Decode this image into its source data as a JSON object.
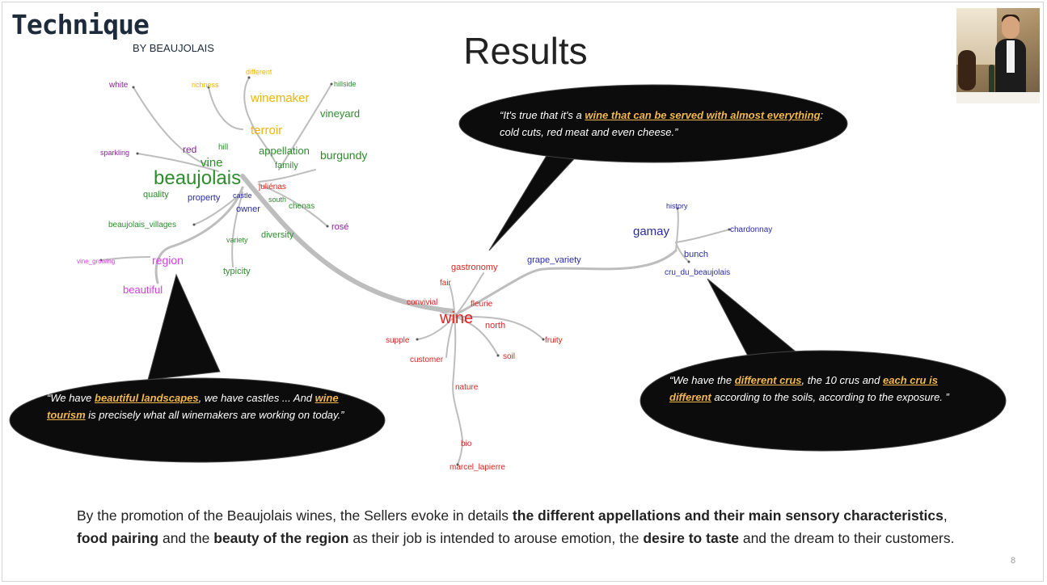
{
  "logo": {
    "main": "Technique",
    "sub": "BY BEAUJOLAIS"
  },
  "title": "Results",
  "photo_icon": "waiter-serving-wine-photo",
  "colors": {
    "purple": "#8a1da1",
    "yellow": "#f0b400",
    "green": "#2e8b2e",
    "blue": "#2a2aa8",
    "red": "#e02020",
    "magenta": "#d23fe0",
    "highlight": "#f2b84b",
    "bubble": "#0c0c0c"
  },
  "words": [
    {
      "text": "white",
      "color": "purple"
    },
    {
      "text": "richness",
      "color": "yellow"
    },
    {
      "text": "different",
      "color": "yellow"
    },
    {
      "text": "hillside",
      "color": "green"
    },
    {
      "text": "winemaker",
      "color": "yellow"
    },
    {
      "text": "vineyard",
      "color": "green"
    },
    {
      "text": "terroir",
      "color": "yellow"
    },
    {
      "text": "sparkling",
      "color": "purple"
    },
    {
      "text": "red",
      "color": "purple"
    },
    {
      "text": "hill",
      "color": "green"
    },
    {
      "text": "appellation",
      "color": "green"
    },
    {
      "text": "burgundy",
      "color": "green"
    },
    {
      "text": "vine",
      "color": "green"
    },
    {
      "text": "family",
      "color": "green"
    },
    {
      "text": "beaujolais",
      "color": "green"
    },
    {
      "text": "juliénas",
      "color": "red"
    },
    {
      "text": "quality",
      "color": "green"
    },
    {
      "text": "property",
      "color": "blue"
    },
    {
      "text": "castle",
      "color": "blue"
    },
    {
      "text": "south",
      "color": "green"
    },
    {
      "text": "chenas",
      "color": "green"
    },
    {
      "text": "owner",
      "color": "blue"
    },
    {
      "text": "rosé",
      "color": "purple"
    },
    {
      "text": "beaujolais_villages",
      "color": "green"
    },
    {
      "text": "variety",
      "color": "green"
    },
    {
      "text": "diversity",
      "color": "green"
    },
    {
      "text": "vine_growing",
      "color": "magenta"
    },
    {
      "text": "region",
      "color": "magenta"
    },
    {
      "text": "typicity",
      "color": "green"
    },
    {
      "text": "beautiful",
      "color": "magenta"
    },
    {
      "text": "history",
      "color": "blue"
    },
    {
      "text": "gamay",
      "color": "blue"
    },
    {
      "text": "chardonnay",
      "color": "blue"
    },
    {
      "text": "bunch",
      "color": "blue"
    },
    {
      "text": "cru_du_beaujolais",
      "color": "blue"
    },
    {
      "text": "grape_variety",
      "color": "blue"
    },
    {
      "text": "gastronomy",
      "color": "red"
    },
    {
      "text": "fair",
      "color": "red"
    },
    {
      "text": "convivial",
      "color": "red"
    },
    {
      "text": "fleurie",
      "color": "red"
    },
    {
      "text": "wine",
      "color": "red"
    },
    {
      "text": "north",
      "color": "red"
    },
    {
      "text": "fruity",
      "color": "red"
    },
    {
      "text": "supple",
      "color": "red"
    },
    {
      "text": "soil",
      "color": "red"
    },
    {
      "text": "customer",
      "color": "red"
    },
    {
      "text": "nature",
      "color": "red"
    },
    {
      "text": "bio",
      "color": "red"
    },
    {
      "text": "marcel_lapierre",
      "color": "red"
    }
  ],
  "bubbles": {
    "top": {
      "open": "“It's true that it's a ",
      "hl1": "wine that can be served with almost everything",
      "rest": ": cold cuts, red meat and even cheese.”"
    },
    "left": {
      "p1": "“We have ",
      "hl1": "beautiful landscapes",
      "p2": ", we have castles ... And ",
      "hl2": "wine tourism",
      "p3": " is precisely what all winemakers are working on today.”"
    },
    "right": {
      "p1": "“We have the ",
      "hl1": "different crus",
      "p2": ", the 10 crus and ",
      "hl2": "each cru is different",
      "p3": " according to the soils, according to the exposure. ”"
    }
  },
  "bottom": {
    "t1": "By the promotion of the Beaujolais wines, the Sellers evoke in details ",
    "b1": "the different appellations and their main sensory characteristics",
    "t2": ", ",
    "b2": "food pairing",
    "t3": " and the ",
    "b3": "beauty of the region",
    "t4": " as their job is intended to arouse emotion, the ",
    "b4": "desire to taste",
    "t5": " and the dream to their customers."
  },
  "page_number": "8"
}
